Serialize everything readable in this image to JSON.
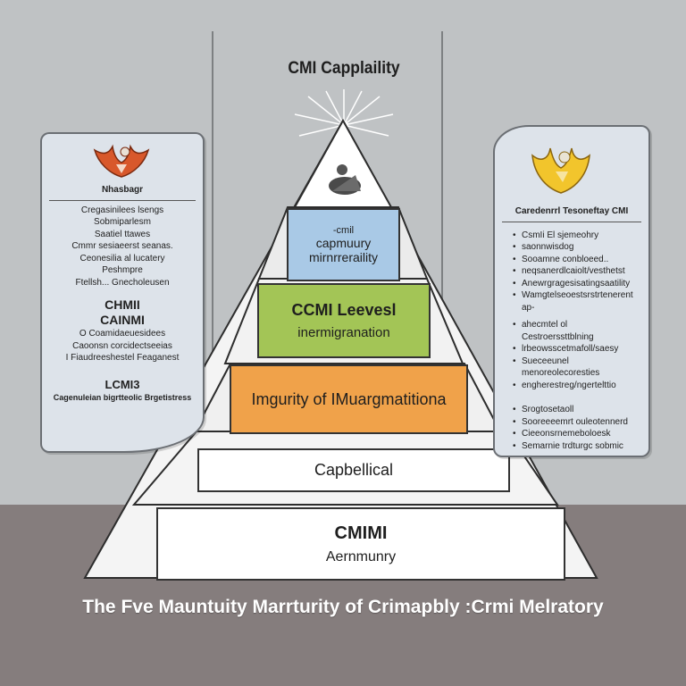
{
  "title": "CMI Capplaility",
  "pyramid": {
    "top": {
      "icon": "figure-icon"
    },
    "tier_blue": {
      "line1": "-cmil",
      "line2": "capmuury",
      "line3": "mirnrreraility",
      "color": "#a9c9e6"
    },
    "tier_green": {
      "line1": "CCMI Leevesl",
      "line2": "inermigranation",
      "color": "#a3c556"
    },
    "tier_orange": {
      "line1": "Imgurity of IMuargmatitiona",
      "color": "#f0a24a"
    },
    "tier_white": {
      "line1": "Capbellical"
    },
    "base": {
      "line1": "CMIMI",
      "line2": "Aernmunry"
    }
  },
  "left_card": {
    "logo": "phoenix-icon",
    "heading": "Nhasbagr",
    "lines": [
      "Cregasinilees lsengs",
      "Sobmiparlesm",
      "Saatiel ttawes",
      "Cmmr sesiaeerst seanas.",
      "Ceonesilia al lucatery",
      "Peshmpre",
      "Ftellsh... Gnecholeusen"
    ],
    "bold1": "CHMII",
    "bold2": "CAINMI",
    "lines2": [
      "O Coamidaeuesidees",
      "Caoonsn corcidectseeias",
      "I Fiaudreeshestel Feaganest"
    ],
    "bold3": "LCMI3",
    "footer": "Cagenuleian bigrtteolic Brgetistress"
  },
  "right_card": {
    "logo": "phoenix-icon",
    "heading": "Caredenrrl Tesoneftay CMI",
    "bullets": [
      "CsmIi El sjemeohry",
      "saonnwisdog",
      "Sooamne conbloeed..",
      "neqsanerdlcaiolt/vesthetst",
      "Anewrgragesisatingsaatility",
      "Wamgtelseoestsrstrtenerent",
      "ap-",
      "ahecmtel ol Cestroerssttblning",
      "lrbeowsscetmafoll/saesy",
      "Sueceeunel menoreolecoresties",
      "engherestreg/ngertelttio"
    ],
    "bullets2": [
      "Srogtosetaoll",
      "Sooreeeemrt ouleotennerd",
      "Cieeonsrnemeboloesk",
      "Semarnie trdturgc sobmic"
    ]
  },
  "caption": "The Fve Mauntuity Marrturity of Crimapbly :Crmi Melratory"
}
